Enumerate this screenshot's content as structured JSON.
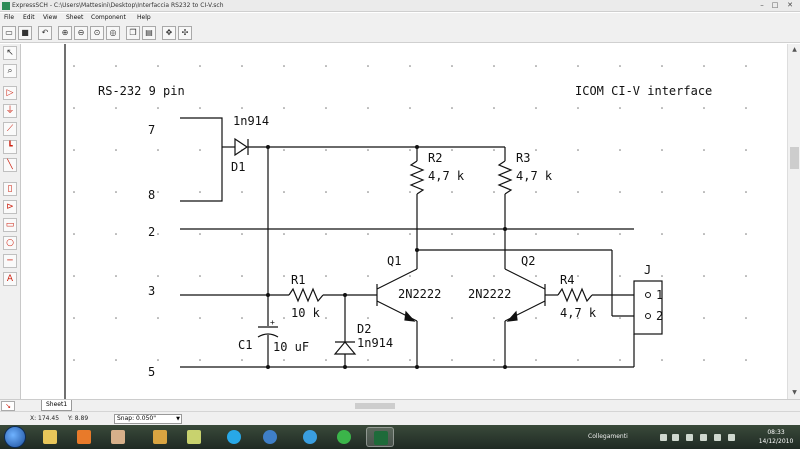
{
  "window": {
    "title": "ExpressSCH - C:\\Users\\Mattesini\\Desktop\\Interfaccia RS232 to CI-V.sch",
    "controls": [
      "–",
      "□",
      "✕"
    ]
  },
  "menu": [
    "File",
    "Edit",
    "View",
    "Sheet",
    "Component",
    "Help"
  ],
  "toolbar": {
    "buttons": [
      "open-icon",
      "save-icon",
      "undo-icon",
      "zoom-in-icon",
      "zoom-out-icon",
      "zoom-fit-icon",
      "zoom-area-icon",
      "copy-icon",
      "paste-icon",
      "pan-icon",
      "move-icon"
    ]
  },
  "tools": [
    "select-icon",
    "zoom-tool-icon",
    "component-icon",
    "ground-icon",
    "wire-icon",
    "bus-icon",
    "junction-icon",
    "line-icon",
    "module-icon",
    "port-icon",
    "circle-icon",
    "pin-icon",
    "text-icon"
  ],
  "schematic": {
    "heading_left": "RS-232  9 pin",
    "heading_right": "ICOM CI-V interface",
    "pins": [
      "7",
      "8",
      "2",
      "3",
      "5"
    ],
    "d1_label": "D1",
    "d1_value": "1n914",
    "r2_label": "R2",
    "r2_value": "4,7 k",
    "r3_label": "R3",
    "r3_value": "4,7 k",
    "q1_label": "Q1",
    "q1_value": "2N2222",
    "q2_label": "Q2",
    "q2_value": "2N2222",
    "r1_label": "R1",
    "r1_value": "10 k",
    "r4_label": "R4",
    "r4_value": "4,7 k",
    "c1_label": "C1",
    "c1_value": "10 uF",
    "c1_polarity": "+",
    "d2_label": "D2",
    "d2_value": "1n914",
    "j_label": "J",
    "j_pin1": "1",
    "j_pin2": "2"
  },
  "sheet_tab": "Sheet1",
  "status": {
    "x": "X: 174.45",
    "y": "Y: 8.89",
    "snap": "Snap: 0.050\""
  },
  "taskbar": {
    "apps": [
      "explorer",
      "media-player",
      "paint",
      "gallery",
      "office",
      "skype",
      "thunderbird",
      "ie",
      "green-app",
      "expresssch"
    ],
    "tray_label": "Collegamenti",
    "time": "08:33",
    "date": "14/12/2010"
  },
  "colors": {
    "schematic_ink": "#111111",
    "tool_red": "#cc2211",
    "canvas": "#ffffff"
  }
}
